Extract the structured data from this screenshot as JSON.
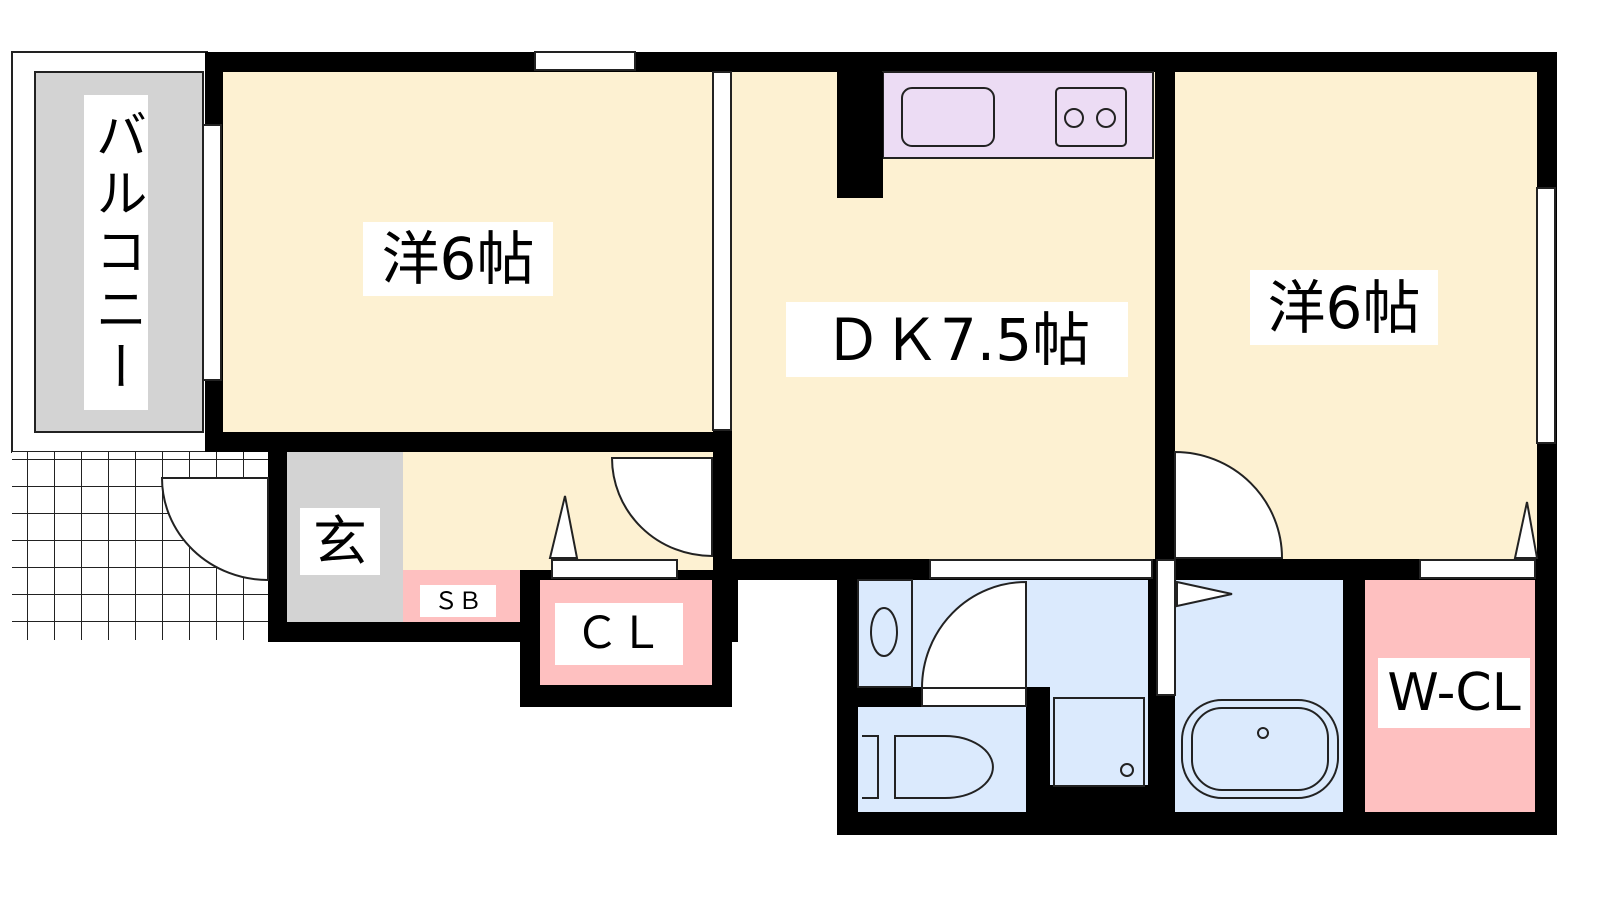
{
  "floor_plan": {
    "rooms": {
      "balcony": "バルコニー",
      "western_room_left": "洋6帖",
      "dining_kitchen": "ＤＫ7.5帖",
      "western_room_right": "洋6帖",
      "entrance": "玄",
      "shoe_box": "ＳＢ",
      "closet": "ＣＬ",
      "walk_in_closet": "W-CL"
    },
    "colors": {
      "wall": "#000000",
      "room_floor": "#fdf1d2",
      "kitchen": "#ecdcf4",
      "wet_area": "#dbeafd",
      "storage": "#fec0c0",
      "balcony": "#d3d3d3"
    }
  }
}
